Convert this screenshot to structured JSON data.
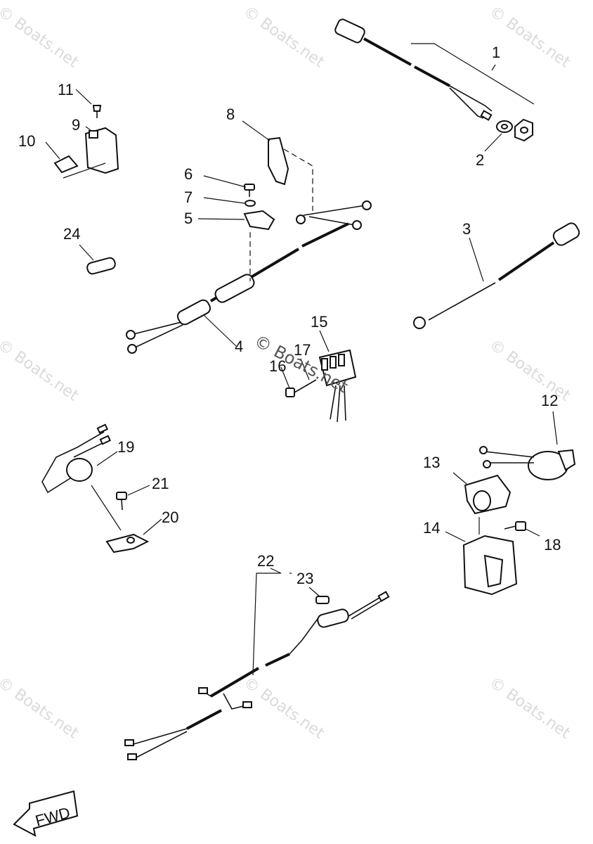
{
  "watermark": "© Boats.net",
  "center_watermark": "© Boats.net",
  "callouts": [
    "1",
    "2",
    "3",
    "4",
    "5",
    "6",
    "7",
    "8",
    "9",
    "10",
    "11",
    "12",
    "13",
    "14",
    "15",
    "16",
    "17",
    "18",
    "19",
    "20",
    "21",
    "22",
    "23",
    "24"
  ],
  "fwd_label": "FWD"
}
